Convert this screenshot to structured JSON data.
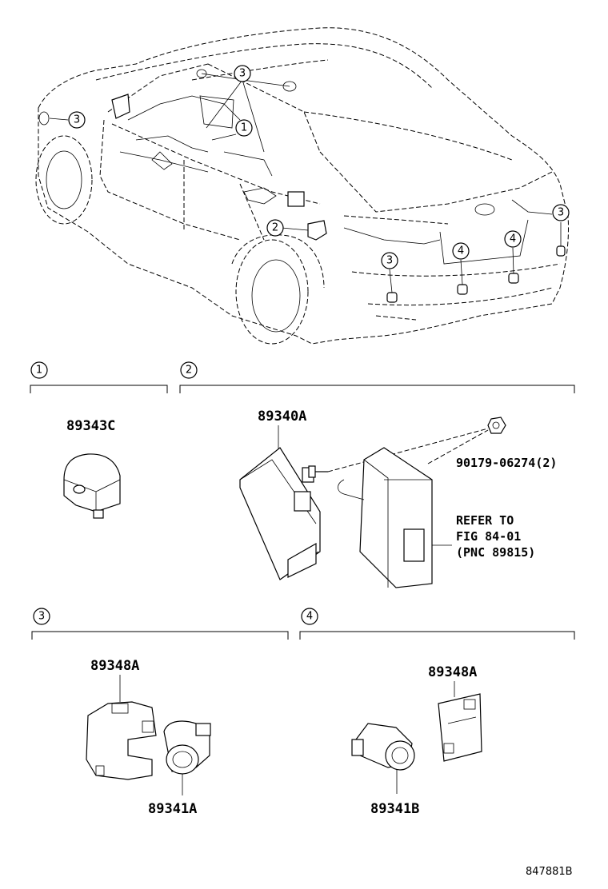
{
  "car_callouts": [
    {
      "id": "c-top-3",
      "num": "3"
    },
    {
      "id": "c-left-3",
      "num": "3"
    },
    {
      "id": "c-mid-1",
      "num": "1"
    },
    {
      "id": "c-mid-2",
      "num": "2"
    },
    {
      "id": "c-rear-3a",
      "num": "3"
    },
    {
      "id": "c-rear-4a",
      "num": "4"
    },
    {
      "id": "c-rear-4b",
      "num": "4"
    },
    {
      "id": "c-rear-3b",
      "num": "3"
    }
  ],
  "sections": [
    {
      "num": "1"
    },
    {
      "num": "2"
    },
    {
      "num": "3"
    },
    {
      "num": "4"
    }
  ],
  "parts": {
    "p1": "89343C",
    "p2": "89340A",
    "p2_bolt": "90179-06274(2)",
    "p3_bracket": "89348A",
    "p3_sensor": "89341A",
    "p4_bracket": "89348A",
    "p4_sensor": "89341B"
  },
  "refer_note": [
    "REFER TO",
    "FIG 84-01",
    "(PNC 89815)"
  ],
  "figure_id": "847881B"
}
